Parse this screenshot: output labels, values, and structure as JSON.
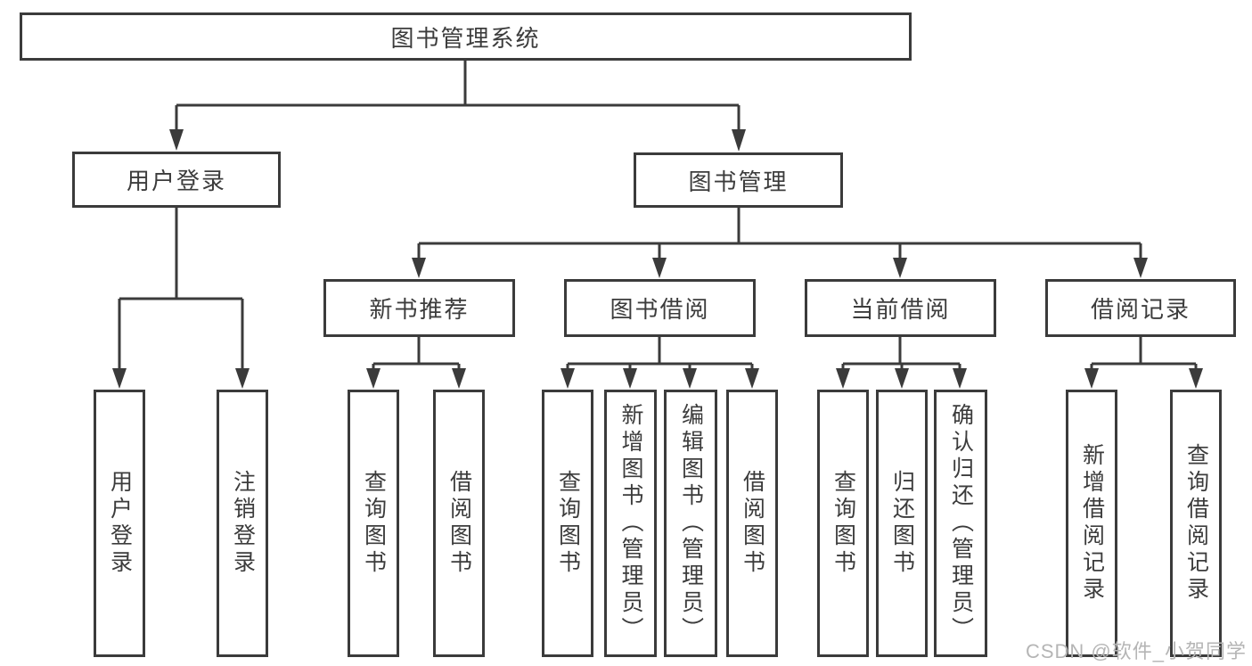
{
  "tree": {
    "root": {
      "label": "图书管理系统"
    },
    "branches": [
      {
        "label": "用户登录",
        "children": [
          {
            "label": "用户登录"
          },
          {
            "label": "注销登录"
          }
        ]
      },
      {
        "label": "图书管理",
        "children": [
          {
            "label": "新书推荐",
            "children": [
              {
                "label": "查询图书"
              },
              {
                "label": "借阅图书"
              }
            ]
          },
          {
            "label": "图书借阅",
            "children": [
              {
                "label": "查询图书"
              },
              {
                "label": "新增图书（管理员）"
              },
              {
                "label": "编辑图书（管理员）"
              },
              {
                "label": "借阅图书"
              }
            ]
          },
          {
            "label": "当前借阅",
            "children": [
              {
                "label": "查询图书"
              },
              {
                "label": "归还图书"
              },
              {
                "label": "确认归还（管理员）"
              }
            ]
          },
          {
            "label": "借阅记录",
            "children": [
              {
                "label": "新增借阅记录"
              },
              {
                "label": "查询借阅记录"
              }
            ]
          }
        ]
      }
    ]
  },
  "watermark": "CSDN @软件_小贺同学",
  "colors": {
    "line": "#3b3b3b",
    "text": "#3c3c3c",
    "watermark": "#b5b5b5",
    "background": "#ffffff"
  }
}
